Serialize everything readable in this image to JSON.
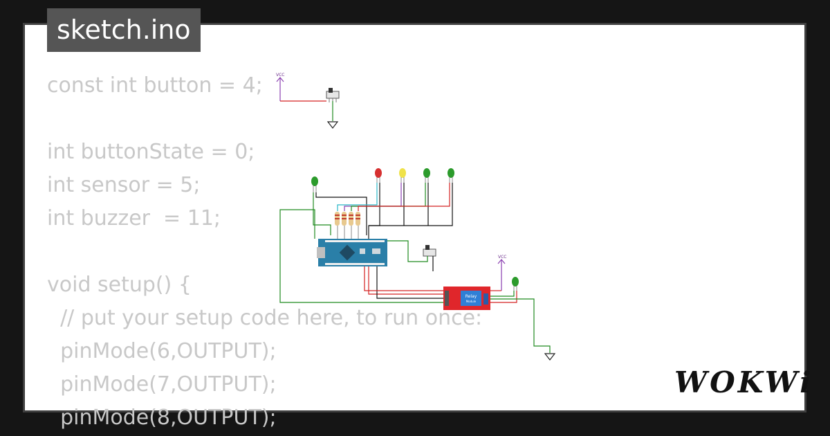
{
  "tab": {
    "title": "sketch.ino"
  },
  "code": {
    "lines": [
      "const int button = 4;",
      "",
      "int buttonState = 0;",
      "int sensor = 5;",
      "int buzzer  = 11;",
      "",
      "void setup() {",
      "  // put your setup code here, to run once:",
      "  pinMode(6,OUTPUT);",
      "  pinMode(7,OUTPUT);",
      "  pinMode(8,OUTPUT);"
    ]
  },
  "diagram": {
    "vcc_label": "VCC",
    "relay_label": "Relay",
    "relay_sublabel": "Module"
  },
  "brand": {
    "logo": "WOKWi"
  },
  "colors": {
    "background": "#151515",
    "card": "#ffffff",
    "tab": "#555555",
    "code_text": "#c8c8c8",
    "wire_green": "#1f8a1f",
    "wire_red": "#d42020",
    "wire_black": "#111111",
    "board": "#2a7fa8",
    "relay": "#e0262b"
  }
}
